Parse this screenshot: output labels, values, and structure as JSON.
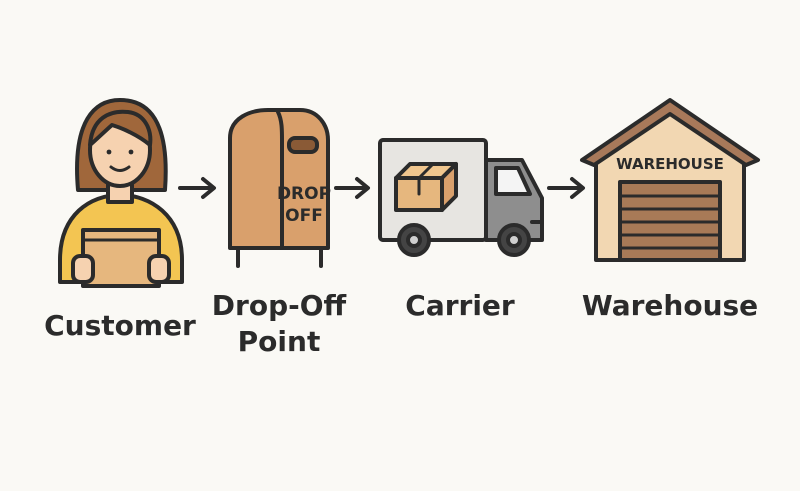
{
  "steps": [
    {
      "label": "Customer",
      "icon": "customer-holding-box-icon"
    },
    {
      "label_line1": "Drop-Off",
      "label_line2": "Point",
      "icon": "drop-off-box-icon",
      "sign_line1": "DROP",
      "sign_line2": "OFF"
    },
    {
      "label": "Carrier",
      "icon": "delivery-truck-icon"
    },
    {
      "label": "Warehouse",
      "icon": "warehouse-icon",
      "sign": "WAREHOUSE"
    }
  ],
  "connectors": [
    "arrow-right-icon",
    "arrow-right-icon",
    "arrow-right-icon"
  ],
  "colors": {
    "background": "#faf9f5",
    "outline": "#2b2b2b",
    "cardboard": "#e6b77e",
    "mailbox": "#d9a06c",
    "shirt": "#f3c552",
    "hair": "#a0673b",
    "skin": "#f6d2b0",
    "truck_cargo": "#e7e5e1",
    "truck_cab": "#8e8e8e",
    "warehouse_wall": "#f2d7b2",
    "warehouse_roof": "#a8795a",
    "door": "#a87a57"
  }
}
